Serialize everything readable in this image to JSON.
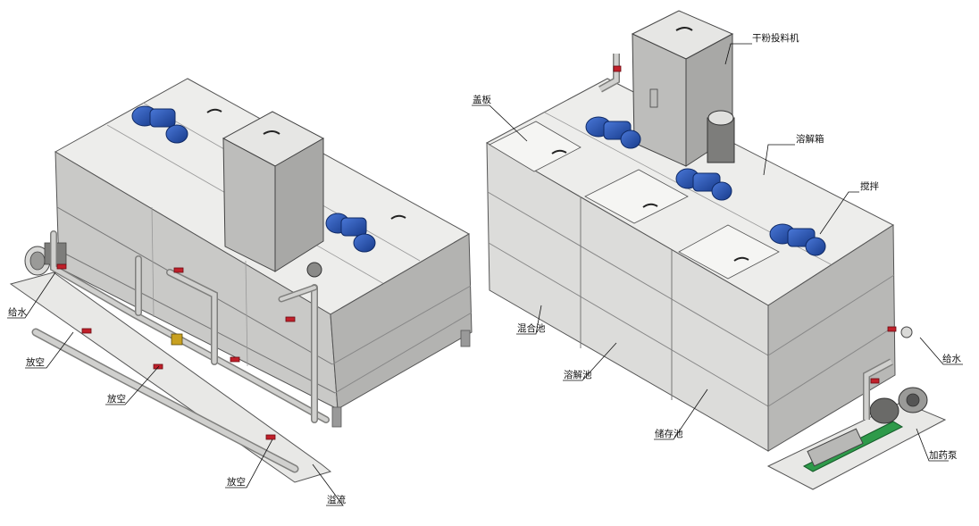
{
  "labels": {
    "left": {
      "water_in": "给水",
      "drain_1": "放空",
      "drain_2": "放空",
      "drain_3": "放空",
      "overflow": "溢流"
    },
    "right": {
      "cover_plate": "盖板",
      "dry_powder_feeder": "干粉投料机",
      "dissolving_tank": "溶解箱",
      "stirring": "搅拌",
      "mixing_pool": "混合池",
      "dissolving_pool": "溶解池",
      "storage_pool": "储存池",
      "water_in": "给水",
      "dosing_pump": "加药泵"
    }
  },
  "colors": {
    "tank_face": "#c9c9c7",
    "tank_side": "#b3b3b1",
    "tank_top": "#ededeb",
    "motor": "#2a55b8",
    "valve": "#c0202a",
    "pump_base": "#2e9a4a",
    "outline": "#4a4a4a"
  }
}
